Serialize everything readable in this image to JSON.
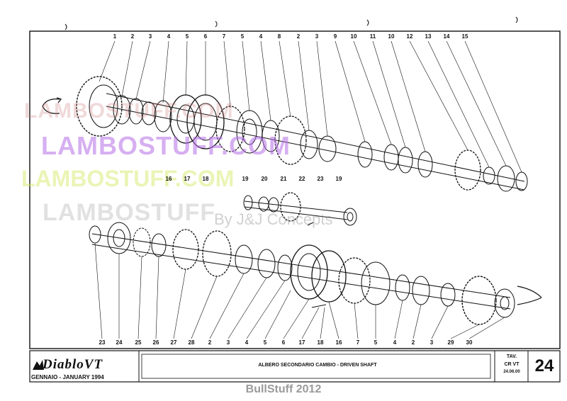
{
  "drawing": {
    "top_callouts": [
      "1",
      "2",
      "3",
      "4",
      "5",
      "6",
      "7",
      "5",
      "4",
      "8",
      "2",
      "3",
      "9",
      "10",
      "11",
      "10",
      "12",
      "13",
      "14",
      "15"
    ],
    "mid_callouts_a": [
      "16",
      "17",
      "18"
    ],
    "mid_callouts_b": [
      "19",
      "20",
      "21",
      "22",
      "23",
      "19"
    ],
    "bottom_callouts": [
      "23",
      "24",
      "25",
      "26",
      "27",
      "28",
      "2",
      "3",
      "4",
      "5",
      "6",
      "17",
      "18",
      "16",
      "7",
      "5",
      "4",
      "2",
      "3",
      "29",
      "30"
    ]
  },
  "watermarks": {
    "line1": "LAMBOSTUFF.COM",
    "line2": "LAMBOSTUFF.COM",
    "line3": "LAMBOSTUFF.COM",
    "line4": "LAMBOSTUFF",
    "line5": "By J&J Concepts"
  },
  "title_block": {
    "logo_text": "DiabloVT",
    "date_label": "GENNAIO - JANUARY 1994",
    "title": "ALBERO SECONDARIO CAMBIO - DRIVEN SHAFT",
    "tav_line1": "TAV.",
    "tav_line2": "CR VT",
    "tav_line3": "24.06.00",
    "plate_number": "24"
  },
  "footer": {
    "credit": "BullStuff 2012"
  },
  "colors": {
    "ink": "#111111",
    "credit_gray": "#9a9a9a"
  }
}
